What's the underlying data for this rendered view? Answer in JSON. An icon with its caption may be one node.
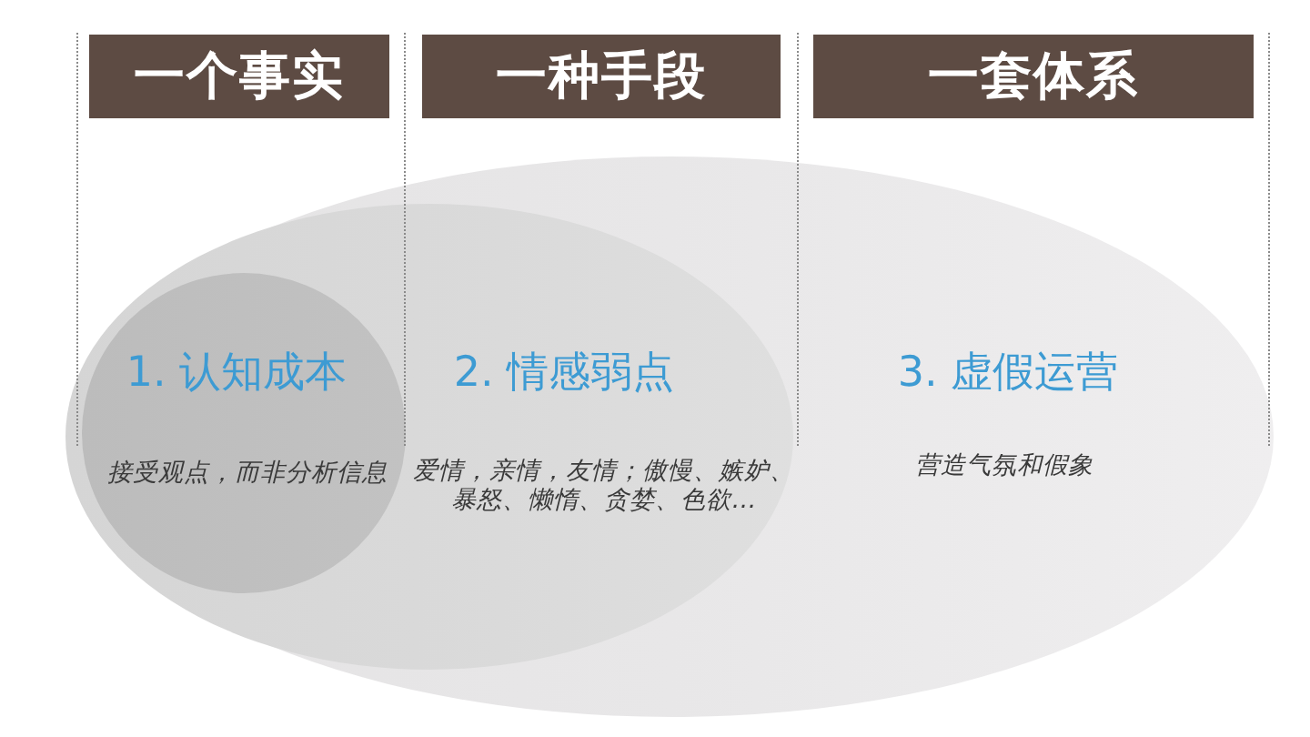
{
  "diagram": {
    "nodes": [
      {
        "text": [
          "一个事实"
        ]
      },
      {
        "text": [
          "一种手段"
        ]
      },
      {
        "text": [
          "一套体系"
        ]
      },
      {
        "text": [
          "3. 虚假运营",
          "营造气氛和假象"
        ]
      },
      {
        "text": [
          "2. 情感弱点",
          "爱情，亲情，友情；傲慢、嫉妒、暴怒、懒惰、贪婪、色欲…"
        ],
        "in": 3
      },
      {
        "text": [
          "1. 认知成本",
          "接受观点，而非分析信息"
        ],
        "in": 4
      }
    ]
  }
}
